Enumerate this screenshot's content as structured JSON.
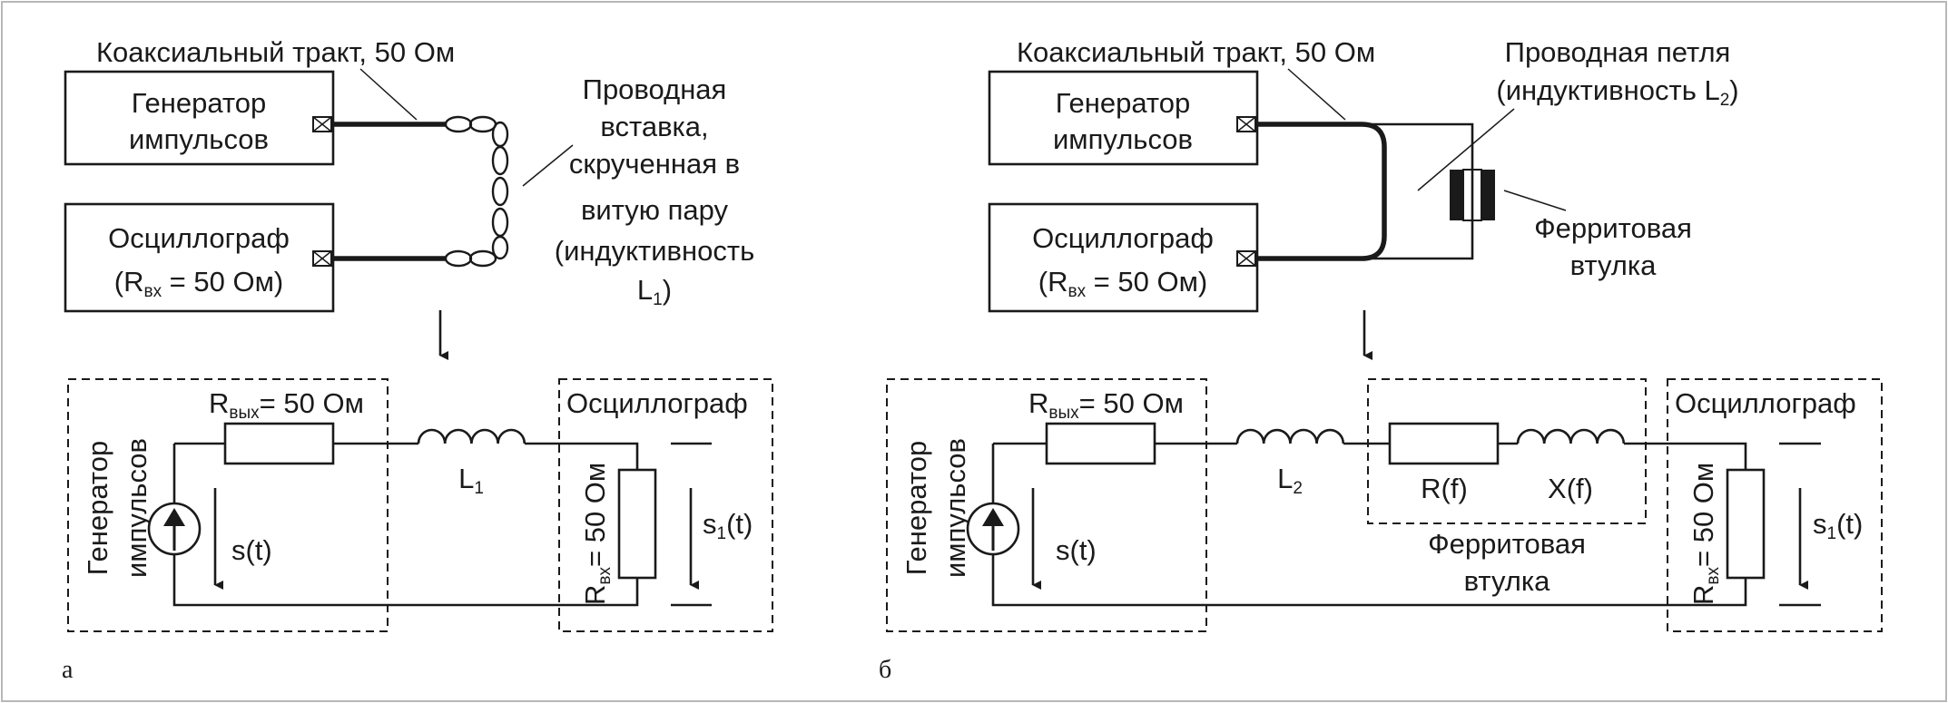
{
  "left": {
    "coax_label": "Коаксиальный тракт, 50 Ом",
    "generator_box": [
      "Генератор",
      "импульсов"
    ],
    "oscillo_box": [
      "Осциллограф"
    ],
    "oscillo_r_main": "R",
    "oscillo_r_sub": "вх",
    "oscillo_r_rest": " = 50 Ом)",
    "oscillo_r_open": "(",
    "insert_label": [
      "Проводная",
      "вставка,",
      "скрученная в",
      "витую пару",
      "(индуктивность"
    ],
    "insert_L_main": "L",
    "insert_L_sub": "1",
    "insert_L_close": ")",
    "circuit": {
      "gen_label": [
        "Генератор",
        "импульсов"
      ],
      "rout_main": "R",
      "rout_sub": "вых",
      "rout_rest": "= 50 Ом",
      "inductor_main": "L",
      "inductor_sub": "1",
      "oscillo_label": "Осциллограф",
      "rin_main": "R",
      "rin_sub": "вх",
      "rin_rest": "= 50 Ом",
      "source_signal": "s(t)",
      "out_signal_main": "s",
      "out_signal_sub": "1",
      "out_signal_rest": "(t)"
    },
    "panel_letter": "а"
  },
  "right": {
    "coax_label": "Коаксиальный тракт, 50 Ом",
    "loop_label_1": "Проводная петля",
    "loop_label_2_main": "(индуктивность L",
    "loop_label_2_sub": "2",
    "loop_label_2_close": ")",
    "generator_box": [
      "Генератор",
      "импульсов"
    ],
    "oscillo_box": [
      "Осциллограф"
    ],
    "oscillo_r_open": "(",
    "oscillo_r_main": "R",
    "oscillo_r_sub": "вх",
    "oscillo_r_rest": " = 50 Ом)",
    "ferrite_label": [
      "Ферритовая",
      "втулка"
    ],
    "circuit": {
      "gen_label": [
        "Генератор",
        "импульсов"
      ],
      "rout_main": "R",
      "rout_sub": "вых",
      "rout_rest": "= 50 Ом",
      "inductor_main": "L",
      "inductor_sub": "2",
      "ferrite_r": "R(f)",
      "ferrite_x": "X(f)",
      "ferrite_label": [
        "Ферритовая",
        "втулка"
      ],
      "oscillo_label": "Осциллограф",
      "rin_main": "R",
      "rin_sub": "вх",
      "rin_rest": "= 50 Ом",
      "source_signal": "s(t)",
      "out_signal_main": "s",
      "out_signal_sub": "1",
      "out_signal_rest": "(t)"
    },
    "panel_letter": "б"
  }
}
